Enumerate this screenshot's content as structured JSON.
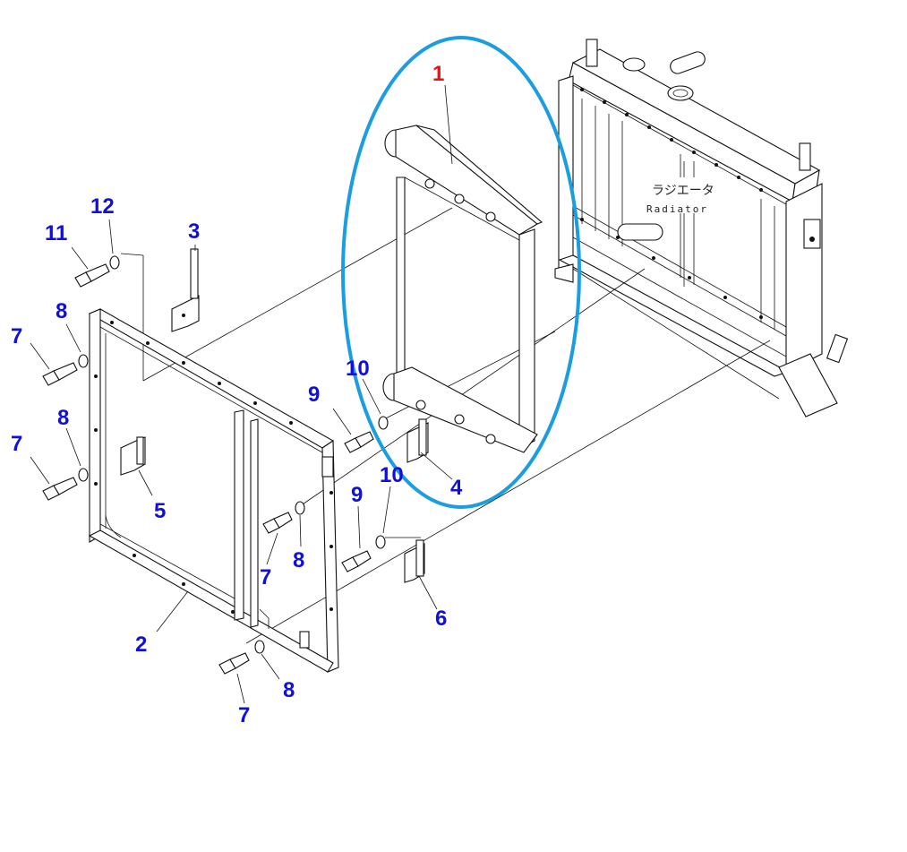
{
  "labels": {
    "radiator_jp": "ラジエータ",
    "radiator_en": "Radiator"
  },
  "callouts": [
    {
      "id": "c1",
      "text": "1",
      "color": "#ee1111"
    },
    {
      "id": "c2",
      "text": "2",
      "color": "#1010d8"
    },
    {
      "id": "c3",
      "text": "3",
      "color": "#1010d8"
    },
    {
      "id": "c4",
      "text": "4",
      "color": "#1010d8"
    },
    {
      "id": "c5",
      "text": "5",
      "color": "#1010d8"
    },
    {
      "id": "c6",
      "text": "6",
      "color": "#1010d8"
    },
    {
      "id": "c7a",
      "text": "7",
      "color": "#1010d8"
    },
    {
      "id": "c7b",
      "text": "7",
      "color": "#1010d8"
    },
    {
      "id": "c7c",
      "text": "7",
      "color": "#1010d8"
    },
    {
      "id": "c7d",
      "text": "7",
      "color": "#1010d8"
    },
    {
      "id": "c8a",
      "text": "8",
      "color": "#1010d8"
    },
    {
      "id": "c8b",
      "text": "8",
      "color": "#1010d8"
    },
    {
      "id": "c8c",
      "text": "8",
      "color": "#1010d8"
    },
    {
      "id": "c8d",
      "text": "8",
      "color": "#1010d8"
    },
    {
      "id": "c9a",
      "text": "9",
      "color": "#1010d8"
    },
    {
      "id": "c9b",
      "text": "9",
      "color": "#1010d8"
    },
    {
      "id": "c10a",
      "text": "10",
      "color": "#1010d8"
    },
    {
      "id": "c10b",
      "text": "10",
      "color": "#1010d8"
    },
    {
      "id": "c11",
      "text": "11",
      "color": "#1010d8"
    },
    {
      "id": "c12",
      "text": "12",
      "color": "#1010d8"
    }
  ],
  "highlight_color": "#1a9ee0"
}
